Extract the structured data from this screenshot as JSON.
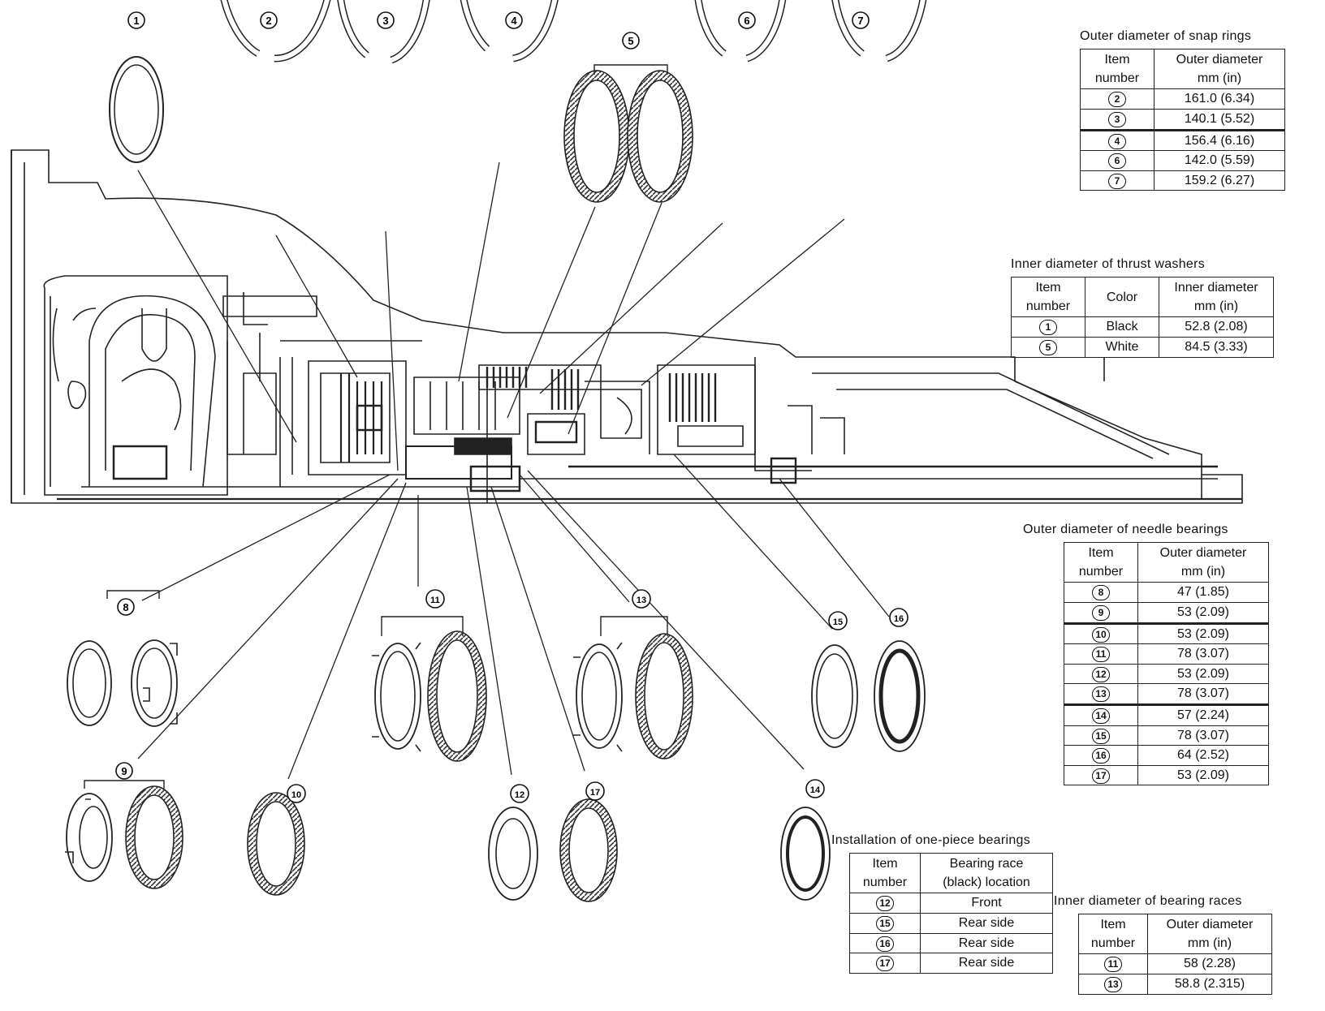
{
  "callouts": [
    "1",
    "2",
    "3",
    "4",
    "5",
    "6",
    "7",
    "8",
    "9",
    "10",
    "11",
    "12",
    "13",
    "14",
    "15",
    "16",
    "17"
  ],
  "snap_rings": {
    "title": "Outer diameter of snap rings",
    "headers": [
      "Item\nnumber",
      "Outer diameter\nmm (in)"
    ],
    "rows": [
      {
        "item": "2",
        "value": "161.0 (6.34)"
      },
      {
        "item": "3",
        "value": "140.1 (5.52)"
      },
      {
        "item": "4",
        "value": "156.4 (6.16)"
      },
      {
        "item": "6",
        "value": "142.0 (5.59)"
      },
      {
        "item": "7",
        "value": "159.2 (6.27)"
      }
    ]
  },
  "thrust_washers": {
    "title": "Inner diameter of thrust washers",
    "headers": [
      "Item\nnumber",
      "Color",
      "Inner diameter\nmm (in)"
    ],
    "rows": [
      {
        "item": "1",
        "color": "Black",
        "value": "52.8 (2.08)"
      },
      {
        "item": "5",
        "color": "White",
        "value": "84.5 (3.33)"
      }
    ]
  },
  "needle_bearings": {
    "title": "Outer diameter of needle bearings",
    "headers": [
      "Item\nnumber",
      "Outer diameter\nmm (in)"
    ],
    "rows": [
      {
        "item": "8",
        "value": "47 (1.85)"
      },
      {
        "item": "9",
        "value": "53 (2.09)"
      },
      {
        "item": "10",
        "value": "53 (2.09)"
      },
      {
        "item": "11",
        "value": "78 (3.07)"
      },
      {
        "item": "12",
        "value": "53 (2.09)"
      },
      {
        "item": "13",
        "value": "78 (3.07)"
      },
      {
        "item": "14",
        "value": "57 (2.24)"
      },
      {
        "item": "15",
        "value": "78 (3.07)"
      },
      {
        "item": "16",
        "value": "64 (2.52)"
      },
      {
        "item": "17",
        "value": "53 (2.09)"
      }
    ]
  },
  "one_piece": {
    "title": "Installation of one-piece bearings",
    "headers": [
      "Item\nnumber",
      "Bearing race\n(black) location"
    ],
    "rows": [
      {
        "item": "12",
        "value": "Front"
      },
      {
        "item": "15",
        "value": "Rear side"
      },
      {
        "item": "16",
        "value": "Rear side"
      },
      {
        "item": "17",
        "value": "Rear side"
      }
    ]
  },
  "bearing_races": {
    "title": "Inner diameter of bearing races",
    "headers": [
      "Item\nnumber",
      "Outer diameter\nmm (in)"
    ],
    "rows": [
      {
        "item": "11",
        "value": "58 (2.28)"
      },
      {
        "item": "13",
        "value": "58.8 (2.315)"
      }
    ]
  }
}
